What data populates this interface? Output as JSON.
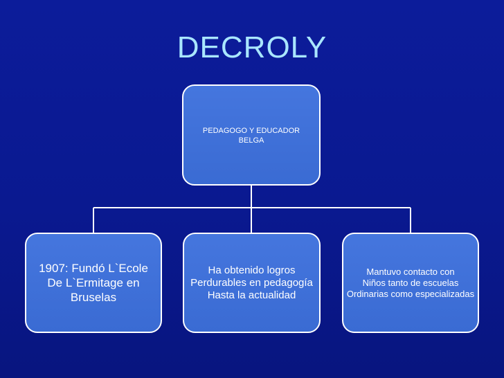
{
  "title": "DECROLY",
  "root": {
    "text": "PEDAGOGO Y EDUCADOR\nBELGA"
  },
  "children": [
    {
      "text": "1907: Fundó L`Ecole\nDe L`Ermitage en\nBruselas"
    },
    {
      "text": "Ha obtenido logros\nPerdurables en pedagogía\nHasta la actualidad"
    },
    {
      "text": "Mantuvo contacto con\nNiños tanto de escuelas\nOrdinarias como especializadas"
    }
  ],
  "colors": {
    "background": "#0b1a93",
    "title": "#a9e6ff",
    "box_fill": "#3d6fd7",
    "box_border": "#ffffff",
    "connector": "#ffffff",
    "text": "#ffffff"
  }
}
